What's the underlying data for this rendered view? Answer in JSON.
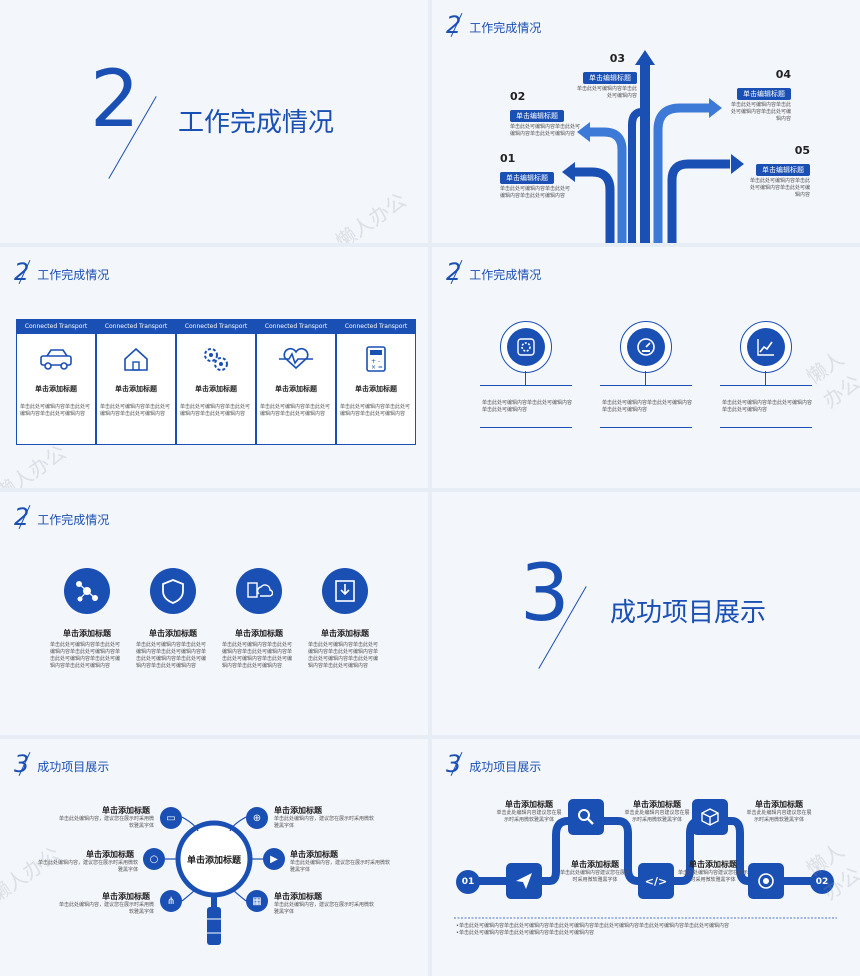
{
  "slides": {
    "s1": {
      "number": "2",
      "title": "工作完成情况"
    },
    "s2": {
      "number": "2",
      "title": "工作完成情况",
      "items": [
        {
          "num": "01",
          "label": "单击编辑标题",
          "desc": "单击此处可编辑内容单击此处可编辑内容单击此处可编辑内容"
        },
        {
          "num": "02",
          "label": "单击编辑标题",
          "desc": "单击此处可编辑内容单击此处可编辑内容单击此处可编辑内容"
        },
        {
          "num": "03",
          "label": "单击编辑标题",
          "desc": "单击此处可编辑内容单击此处可编辑内容"
        },
        {
          "num": "04",
          "label": "单击编辑标题",
          "desc": "单击此处可编辑内容单击此处可编辑内容单击此处可编辑内容"
        },
        {
          "num": "05",
          "label": "单击编辑标题",
          "desc": "单击此处可编辑内容单击此处可编辑内容单击此处可编辑内容"
        }
      ]
    },
    "s3": {
      "number": "2",
      "title": "工作完成情况",
      "cards": [
        {
          "tag": "Connected Transport",
          "icon": "car-icon",
          "title": "单击添加标题",
          "desc": "单击此处可编辑内容单击此处可编辑内容单击此处可编辑内容"
        },
        {
          "tag": "Connected Transport",
          "icon": "home-icon",
          "title": "单击添加标题",
          "desc": "单击此处可编辑内容单击此处可编辑内容单击此处可编辑内容"
        },
        {
          "tag": "Connected Transport",
          "icon": "gear-icon",
          "title": "单击添加标题",
          "desc": "单击此处可编辑内容单击此处可编辑内容单击此处可编辑内容"
        },
        {
          "tag": "Connected Transport",
          "icon": "heart-pulse-icon",
          "title": "单击添加标题",
          "desc": "单击此处可编辑内容单击此处可编辑内容单击此处可编辑内容"
        },
        {
          "tag": "Connected Transport",
          "icon": "calculator-icon",
          "title": "单击添加标题",
          "desc": "单击此处可编辑内容单击此处可编辑内容单击此处可编辑内容"
        }
      ]
    },
    "s4": {
      "number": "2",
      "title": "工作完成情况",
      "items": [
        {
          "icon": "settings-icon",
          "desc": "单击此处可编辑内容单击此处可编辑内容单击此处可编辑内容"
        },
        {
          "icon": "speedometer-icon",
          "desc": "单击此处可编辑内容单击此处可编辑内容单击此处可编辑内容"
        },
        {
          "icon": "line-chart-icon",
          "desc": "单击此处可编辑内容单击此处可编辑内容单击此处可编辑内容"
        }
      ]
    },
    "s5": {
      "number": "2",
      "title": "工作完成情况",
      "items": [
        {
          "icon": "network-icon",
          "title": "单击添加标题",
          "desc": "单击此处可编辑内容单击此处可编辑内容单击此处可编辑内容单击此处可编辑内容单击此处可编辑内容单击此处可编辑内容"
        },
        {
          "icon": "shield-icon",
          "title": "单击添加标题",
          "desc": "单击此处可编辑内容单击此处可编辑内容单击此处可编辑内容单击此处可编辑内容单击此处可编辑内容单击此处可编辑内容"
        },
        {
          "icon": "cloud-sync-icon",
          "title": "单击添加标题",
          "desc": "单击此处可编辑内容单击此处可编辑内容单击此处可编辑内容单击此处可编辑内容单击此处可编辑内容单击此处可编辑内容"
        },
        {
          "icon": "download-icon",
          "title": "单击添加标题",
          "desc": "单击此处可编辑内容单击此处可编辑内容单击此处可编辑内容单击此处可编辑内容单击此处可编辑内容单击此处可编辑内容"
        }
      ]
    },
    "s6": {
      "number": "3",
      "title": "成功项目展示"
    },
    "s7": {
      "number": "3",
      "title": "成功项目展示",
      "center": "单击添加标题",
      "items": [
        {
          "title": "单击添加标题",
          "desc": "单击此处编辑内容，建议您在展示时采用微软雅黑字体"
        },
        {
          "title": "单击添加标题",
          "desc": "单击此处编辑内容，建议您在展示时采用微软雅黑字体"
        },
        {
          "title": "单击添加标题",
          "desc": "单击此处编辑内容，建议您在展示时采用微软雅黑字体"
        },
        {
          "title": "单击添加标题",
          "desc": "单击此处编辑内容，建议您在展示时采用微软雅黑字体"
        },
        {
          "title": "单击添加标题",
          "desc": "单击此处编辑内容，建议您在展示时采用微软雅黑字体"
        },
        {
          "title": "单击添加标题",
          "desc": "单击此处编辑内容，建议您在展示时采用微软雅黑字体"
        }
      ]
    },
    "s8": {
      "number": "3",
      "title": "成功项目展示",
      "start": "01",
      "end": "02",
      "items": [
        {
          "title": "单击添加标题",
          "desc": "单击此处编辑内容建议您在展示时采用微软雅黑字体"
        },
        {
          "title": "单击添加标题",
          "desc": "单击此处编辑内容建议您在展示时采用微软雅黑字体"
        },
        {
          "title": "单击添加标题",
          "desc": "单击此处编辑内容建议您在展示时采用微软雅黑字体"
        },
        {
          "title": "单击添加标题",
          "desc": "单击此处编辑内容建议您在展示时采用微软雅黑字体"
        },
        {
          "title": "单击添加标题",
          "desc": "单击此处编辑内容建议您在展示时采用微软雅黑字体"
        }
      ],
      "footer": [
        "单击此处可编辑内容单击此处可编辑内容单击此处可编辑内容单击此处可编辑内容单击此处可编辑内容单击此处可编辑内容",
        "单击此处可编辑内容单击此处可编辑内容单击此处可编辑内容"
      ]
    }
  },
  "watermark": "懒人办公",
  "colors": {
    "accent": "#1a4fb4",
    "light": "#3d79d6",
    "bg": "#f3f6fa"
  }
}
